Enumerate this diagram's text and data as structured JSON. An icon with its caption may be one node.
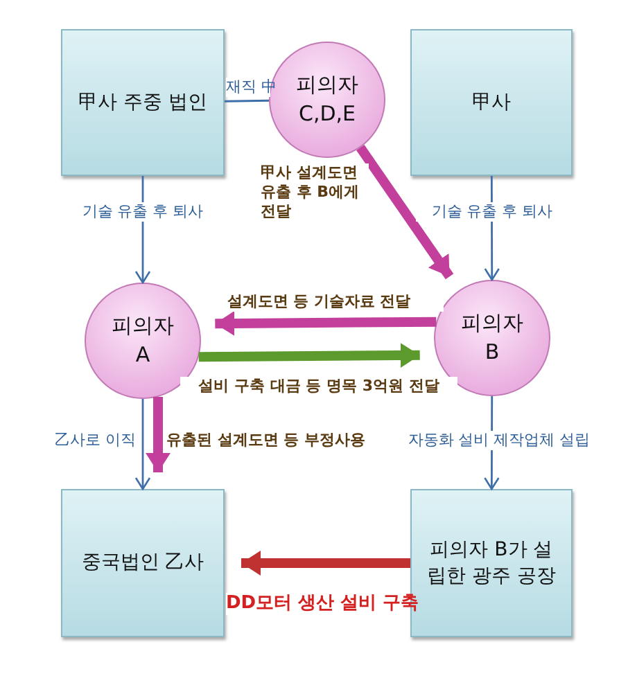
{
  "diagram": {
    "nodes": [
      {
        "text": [
          "甲사 주중 법인"
        ]
      },
      {
        "text": [
          "피의자 C,D,E"
        ]
      },
      {
        "text": [
          "甲사"
        ]
      },
      {
        "text": [
          "피의자 A"
        ]
      },
      {
        "text": [
          "피의자 B"
        ]
      },
      {
        "text": [
          "중국법인 乙사"
        ]
      },
      {
        "text": [
          "피의자 B가 설립한 광주 공장"
        ]
      }
    ],
    "edges": [
      {
        "from": 0,
        "to": 1,
        "arrow": "none",
        "label": "재직 中"
      },
      {
        "from": 1,
        "to": 4,
        "arrow": "to",
        "label": "甲사 설계도면 유출 후 B에게 전달",
        "style": "thick",
        "color": "#c2409c"
      },
      {
        "from": 0,
        "to": 3,
        "arrow": "to",
        "label": "기술 유출 후 퇴사"
      },
      {
        "from": 2,
        "to": 4,
        "arrow": "to",
        "label": "기술 유출 후 퇴사"
      },
      {
        "from": 4,
        "to": 3,
        "arrow": "to",
        "label": "설계도면 등 기술자료 전달",
        "style": "thick",
        "color": "#c2409c"
      },
      {
        "from": 3,
        "to": 4,
        "arrow": "to",
        "label": "설비 구축 대금 등 명목 3억원 전달",
        "style": "thick",
        "color": "#5c9a2e"
      },
      {
        "from": 3,
        "to": 5,
        "arrow": "to",
        "label": "乙사로 이직"
      },
      {
        "from": 3,
        "to": 5,
        "arrow": "to",
        "label": "유출된 설계도면 등 부정사용",
        "style": "thick",
        "color": "#c2409c"
      },
      {
        "from": 4,
        "to": 6,
        "arrow": "to",
        "label": "자동화 설비 제작업체 설립"
      },
      {
        "from": 6,
        "to": 5,
        "arrow": "to",
        "label": "DD모터 생산 설비 구축",
        "style": "thick",
        "color": "#c03232"
      }
    ]
  }
}
